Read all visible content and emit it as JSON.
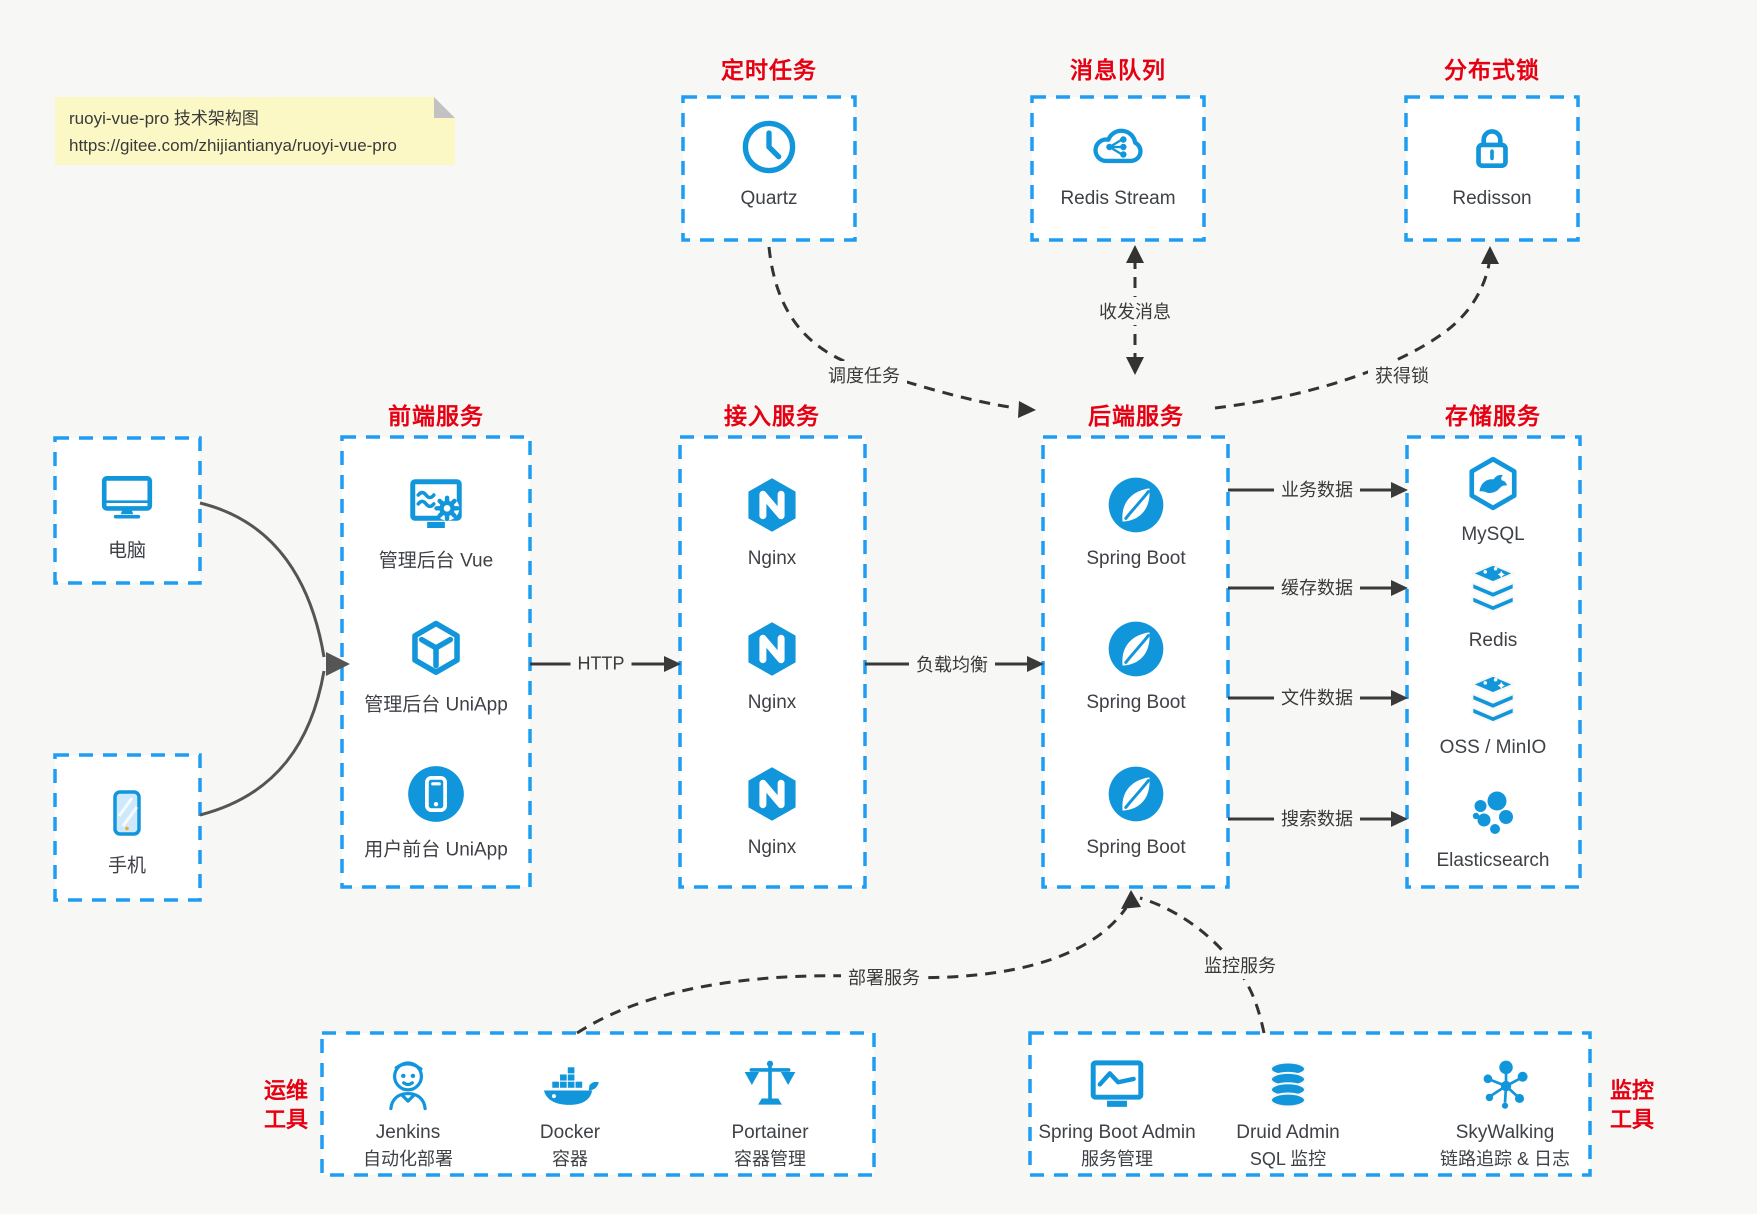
{
  "colors": {
    "background": "#f7f7f6",
    "box_border": "#1e9df2",
    "icon_blue": "#1296db",
    "title_red": "#e60012",
    "text": "#3e4146",
    "line_dark": "#333333",
    "note_bg": "#fbf8c5"
  },
  "note": {
    "line1": "ruoyi-vue-pro 技术架构图",
    "line2": "https://gitee.com/zhijiantianya/ruoyi-vue-pro"
  },
  "top_services": {
    "scheduler": {
      "title": "定时任务",
      "node": "Quartz"
    },
    "message_queue": {
      "title": "消息队列",
      "node": "Redis Stream"
    },
    "distributed_lock": {
      "title": "分布式锁",
      "node": "Redisson"
    }
  },
  "clients": {
    "pc": "电脑",
    "mobile": "手机"
  },
  "columns": {
    "frontend": {
      "title": "前端服务",
      "items": [
        "管理后台 Vue",
        "管理后台 UniApp",
        "用户前台 UniApp"
      ]
    },
    "gateway": {
      "title": "接入服务",
      "items": [
        "Nginx",
        "Nginx",
        "Nginx"
      ]
    },
    "backend": {
      "title": "后端服务",
      "items": [
        "Spring Boot",
        "Spring Boot",
        "Spring Boot"
      ]
    },
    "storage": {
      "title": "存储服务",
      "items": [
        "MySQL",
        "Redis",
        "OSS / MinIO",
        "Elasticsearch"
      ]
    }
  },
  "edges": {
    "http": "HTTP",
    "load_balance": "负载均衡",
    "business_data": "业务数据",
    "cache_data": "缓存数据",
    "file_data": "文件数据",
    "search_data": "搜索数据",
    "schedule_task": "调度任务",
    "send_receive_message": "收发消息",
    "acquire_lock": "获得锁",
    "deploy_service": "部署服务",
    "monitor_service": "监控服务"
  },
  "ops_tools": {
    "label_line1": "运维",
    "label_line2": "工具",
    "items": [
      {
        "name": "Jenkins",
        "desc": "自动化部署"
      },
      {
        "name": "Docker",
        "desc": "容器"
      },
      {
        "name": "Portainer",
        "desc": "容器管理"
      }
    ]
  },
  "monitor_tools": {
    "label_line1": "监控",
    "label_line2": "工具",
    "items": [
      {
        "name": "Spring Boot Admin",
        "desc": "服务管理"
      },
      {
        "name": "Druid Admin",
        "desc": "SQL 监控"
      },
      {
        "name": "SkyWalking",
        "desc": "链路追踪 & 日志"
      }
    ]
  }
}
